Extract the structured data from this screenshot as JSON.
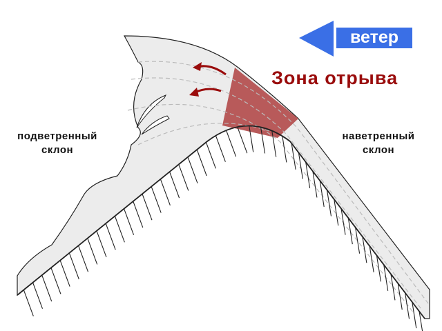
{
  "wind": {
    "label": "ветер",
    "color": "#3a6fe6"
  },
  "zone_label": "Зона отрыва",
  "leeward": {
    "line1": "подветренный",
    "line2": "склон"
  },
  "windward": {
    "line1": "наветренный",
    "line2": "склон"
  },
  "colors": {
    "snow": "#ececec",
    "zone": "#b85a5a",
    "arrow": "#9a0c0c"
  }
}
